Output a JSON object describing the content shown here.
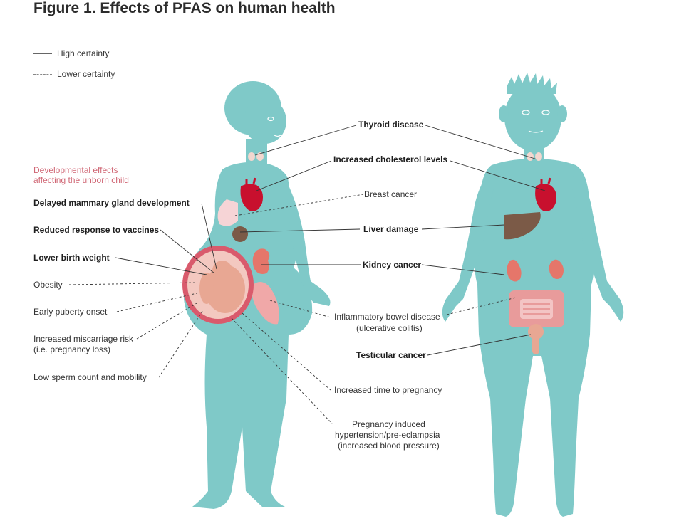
{
  "figure": {
    "title": "Figure 1. Effects of PFAS on human health"
  },
  "legend": {
    "high_certainty": "High certainty",
    "lower_certainty": "Lower certainty"
  },
  "developmental_heading": {
    "line1": "Developmental effects",
    "line2": "affecting the unborn child"
  },
  "left_labels": {
    "mammary": "Delayed mammary gland development",
    "vaccines": "Reduced response to vaccines",
    "birth_weight": "Lower birth weight",
    "obesity": "Obesity",
    "puberty": "Early puberty onset",
    "miscarriage_1": "Increased miscarriage risk",
    "miscarriage_2": "(i.e. pregnancy loss)",
    "sperm": "Low sperm count and mobility"
  },
  "center_labels": {
    "thyroid": "Thyroid disease",
    "cholesterol": "Increased cholesterol levels",
    "breast": "Breast cancer",
    "liver": "Liver damage",
    "kidney": "Kidney cancer",
    "ibd_1": "Inflammatory bowel disease",
    "ibd_2": "(ulcerative colitis)",
    "testicular": "Testicular cancer",
    "time_pregnancy": "Increased time to pregnancy",
    "hypertension_1": "Pregnancy induced",
    "hypertension_2": "hypertension/pre-eclampsia",
    "hypertension_3": "(increased blood pressure)"
  },
  "colors": {
    "body": "#7fc9c8",
    "accent_pink": "#d06775",
    "heart": "#c8102e",
    "liver": "#7b5a47",
    "kidney": "#e5766a",
    "uterus": "#d95a6c",
    "fetus": "#e8a793",
    "intestine": "#e89b9b",
    "breast": "#f6d4d6"
  }
}
